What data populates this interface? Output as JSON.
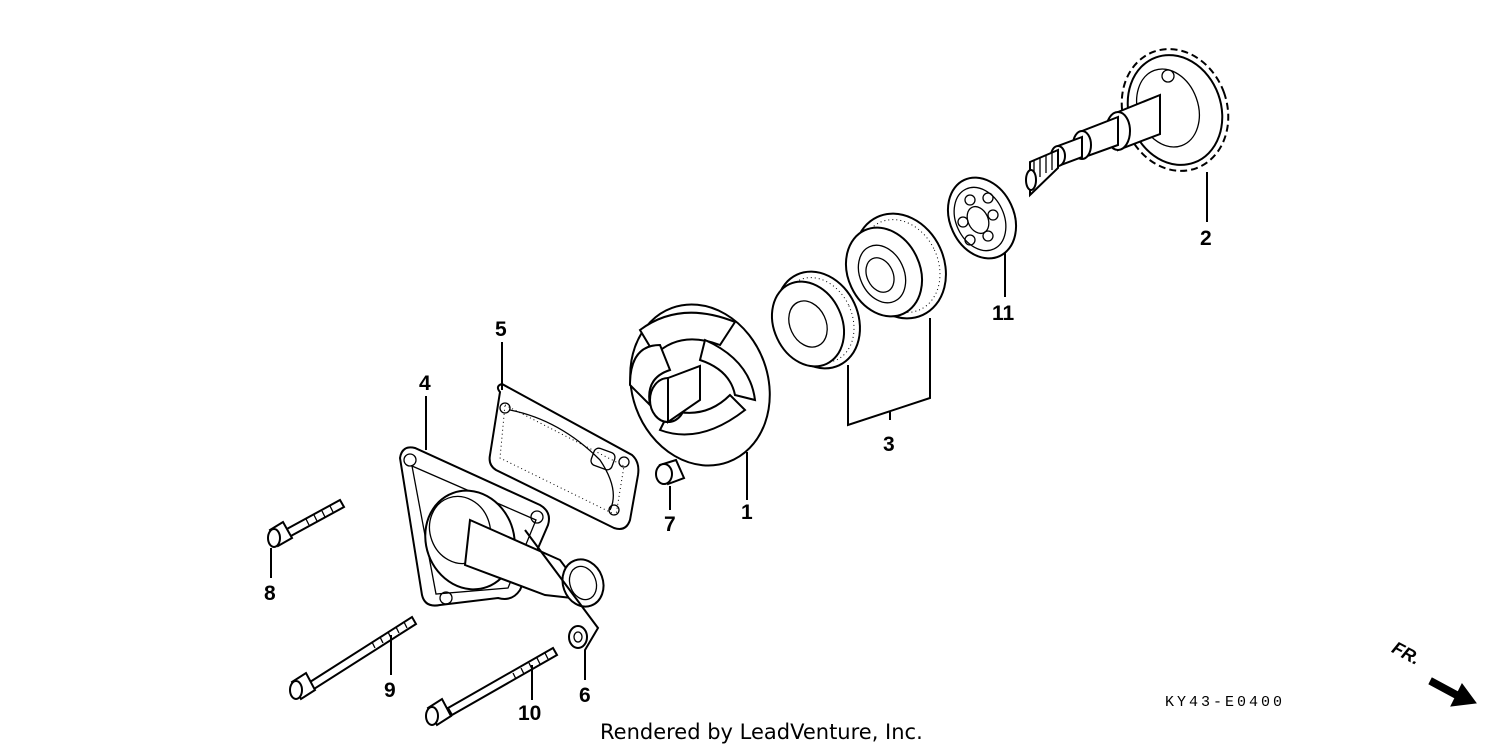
{
  "diagram": {
    "callouts": {
      "c1": "1",
      "c2": "2",
      "c3": "3",
      "c4": "4",
      "c5": "5",
      "c6": "6",
      "c7": "7",
      "c8": "8",
      "c9": "9",
      "c10": "10",
      "c11": "11"
    },
    "diagram_code": "KY43-E0400",
    "direction_label": "FR.",
    "credit": "Rendered by LeadVenture, Inc."
  }
}
